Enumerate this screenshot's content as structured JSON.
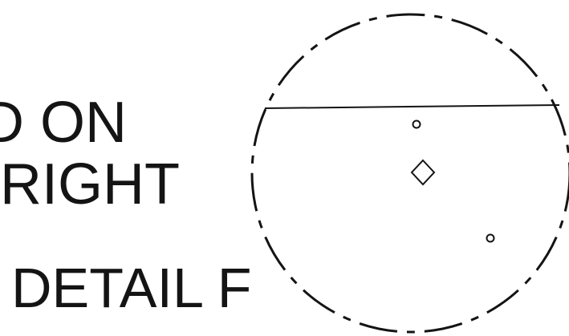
{
  "text": {
    "line_1": "D ON",
    "line_2": "RIGHT",
    "detail_label": "DETAIL F"
  },
  "colors": {
    "ink": "#141414",
    "background": "#ffffff"
  },
  "symbols": {
    "small_circle": "hole-marker-icon",
    "diamond": "datum-diamond-icon"
  }
}
